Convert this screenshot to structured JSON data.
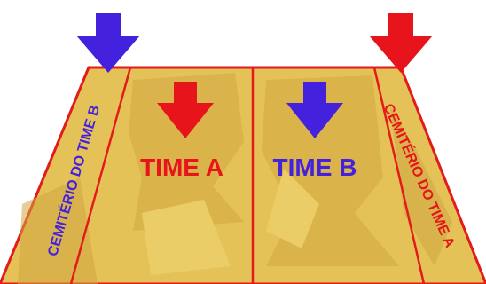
{
  "field": {
    "zones": [
      {
        "id": "cemetery-b",
        "label": "CEMITÉRIO DO TIME B",
        "team": "B"
      },
      {
        "id": "team-a",
        "label": "TIME A",
        "team": "A"
      },
      {
        "id": "team-b",
        "label": "TIME B",
        "team": "B"
      },
      {
        "id": "cemetery-a",
        "label": "CEMITÉRIO DO TIME A",
        "team": "A"
      }
    ]
  },
  "colors": {
    "team_a": "#e8141c",
    "team_b": "#4422dd",
    "field_light": "#e7c35a",
    "field_dark": "#d6ae45",
    "field_line": "#e21b1b"
  }
}
